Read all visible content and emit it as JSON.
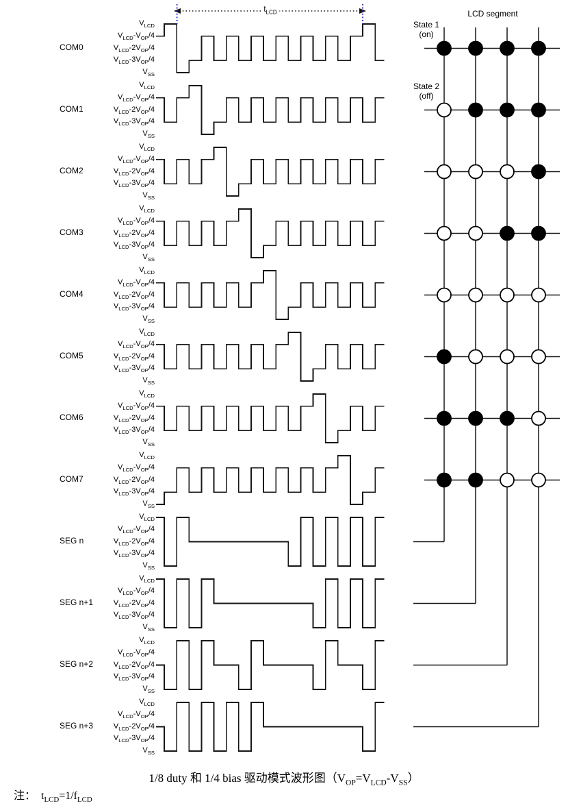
{
  "figure": {
    "kind": "lcd-drive-waveform-diagram",
    "colors": {
      "line": "#161616",
      "marker_blue": "#2020dd",
      "background": "#ffffff"
    }
  },
  "timing_label": [
    [
      "t",
      0
    ],
    [
      "LCD",
      1
    ]
  ],
  "voltage_labels": [
    [
      [
        "V",
        0
      ],
      [
        "LCD",
        1
      ]
    ],
    [
      [
        "V",
        0
      ],
      [
        "LCD",
        1
      ],
      [
        "-V",
        0
      ],
      [
        "OP",
        1
      ],
      [
        "/4",
        0
      ]
    ],
    [
      [
        "V",
        0
      ],
      [
        "LCD",
        1
      ],
      [
        "-2V",
        0
      ],
      [
        "OP",
        1
      ],
      [
        "/4",
        0
      ]
    ],
    [
      [
        "V",
        0
      ],
      [
        "LCD",
        1
      ],
      [
        "-3V",
        0
      ],
      [
        "OP",
        1
      ],
      [
        "/4",
        0
      ]
    ],
    [
      [
        "V",
        0
      ],
      [
        "SS",
        1
      ]
    ]
  ],
  "waveforms": [
    {
      "label": "COM0",
      "lead": 3,
      "pattern": [
        4,
        0,
        1,
        3,
        1,
        3,
        1,
        3,
        1,
        3,
        1,
        3,
        1,
        3,
        1,
        3
      ],
      "tail": [
        4,
        1
      ]
    },
    {
      "label": "COM1",
      "lead": 3,
      "pattern": [
        1,
        3,
        4,
        0,
        1,
        3,
        1,
        3,
        1,
        3,
        1,
        3,
        1,
        3,
        1,
        3
      ],
      "tail": [
        1,
        3
      ]
    },
    {
      "label": "COM2",
      "lead": 3,
      "pattern": [
        1,
        3,
        1,
        3,
        4,
        0,
        1,
        3,
        1,
        3,
        1,
        3,
        1,
        3,
        1,
        3
      ],
      "tail": [
        1,
        3
      ]
    },
    {
      "label": "COM3",
      "lead": 3,
      "pattern": [
        1,
        3,
        1,
        3,
        1,
        3,
        4,
        0,
        1,
        3,
        1,
        3,
        1,
        3,
        1,
        3
      ],
      "tail": [
        1,
        3
      ]
    },
    {
      "label": "COM4",
      "lead": 3,
      "pattern": [
        1,
        3,
        1,
        3,
        1,
        3,
        1,
        3,
        4,
        0,
        1,
        3,
        1,
        3,
        1,
        3
      ],
      "tail": [
        1,
        3
      ]
    },
    {
      "label": "COM5",
      "lead": 3,
      "pattern": [
        1,
        3,
        1,
        3,
        1,
        3,
        1,
        3,
        1,
        3,
        4,
        0,
        1,
        3,
        1,
        3
      ],
      "tail": [
        1,
        3
      ]
    },
    {
      "label": "COM6",
      "lead": 3,
      "pattern": [
        1,
        3,
        1,
        3,
        1,
        3,
        1,
        3,
        1,
        3,
        1,
        3,
        4,
        0,
        1,
        3
      ],
      "tail": [
        1,
        3
      ]
    },
    {
      "label": "COM7",
      "lead": 0,
      "pattern": [
        1,
        3,
        1,
        3,
        1,
        3,
        1,
        3,
        1,
        3,
        1,
        3,
        1,
        3,
        4,
        0
      ],
      "tail": [
        1,
        3
      ]
    },
    {
      "label": "SEG n",
      "lead": 4,
      "pattern": [
        0,
        4,
        2,
        2,
        2,
        2,
        2,
        2,
        2,
        2,
        0,
        4,
        0,
        4,
        0,
        4
      ],
      "tail": [
        0,
        4
      ]
    },
    {
      "label": "SEG n+1",
      "lead": 4,
      "pattern": [
        0,
        4,
        0,
        4,
        2,
        2,
        2,
        2,
        2,
        2,
        2,
        2,
        0,
        4,
        0,
        4
      ],
      "tail": [
        0,
        4
      ]
    },
    {
      "label": "SEG n+2",
      "lead": 2,
      "pattern": [
        0,
        4,
        0,
        4,
        2,
        2,
        0,
        4,
        2,
        2,
        2,
        2,
        0,
        4,
        2,
        2
      ],
      "tail": [
        0,
        4
      ]
    },
    {
      "label": "SEG n+3",
      "lead": 2,
      "pattern": [
        0,
        4,
        0,
        4,
        0,
        4,
        0,
        4,
        2,
        2,
        2,
        2,
        2,
        2,
        2,
        2
      ],
      "tail": [
        0,
        4
      ]
    }
  ],
  "matrix": {
    "title": "LCD segment",
    "state1": "State 1",
    "state1_note": "(on)",
    "state2": "State 2",
    "state2_note": "(off)",
    "columns": [
      "SEG n",
      "SEG n+1",
      "SEG n+2",
      "SEG n+3"
    ],
    "rows": [
      "COM0",
      "COM1",
      "COM2",
      "COM3",
      "COM4",
      "COM5",
      "COM6",
      "COM7"
    ],
    "cells": [
      [
        1,
        1,
        1,
        1
      ],
      [
        0,
        1,
        1,
        1
      ],
      [
        0,
        0,
        0,
        1
      ],
      [
        0,
        0,
        1,
        1
      ],
      [
        0,
        0,
        0,
        0
      ],
      [
        1,
        0,
        0,
        0
      ],
      [
        1,
        1,
        1,
        0
      ],
      [
        1,
        1,
        0,
        0
      ]
    ]
  },
  "caption": [
    [
      "1/8 duty 和 1/4 bias 驱动模式波形图（V",
      0
    ],
    [
      "OP",
      1
    ],
    [
      "=V",
      0
    ],
    [
      "LCD",
      1
    ],
    [
      "-V",
      0
    ],
    [
      "SS",
      1
    ],
    [
      "）",
      0
    ]
  ],
  "note": [
    [
      "注：  t",
      0
    ],
    [
      "LCD",
      1
    ],
    [
      "=1/f",
      0
    ],
    [
      "LCD",
      1
    ]
  ]
}
